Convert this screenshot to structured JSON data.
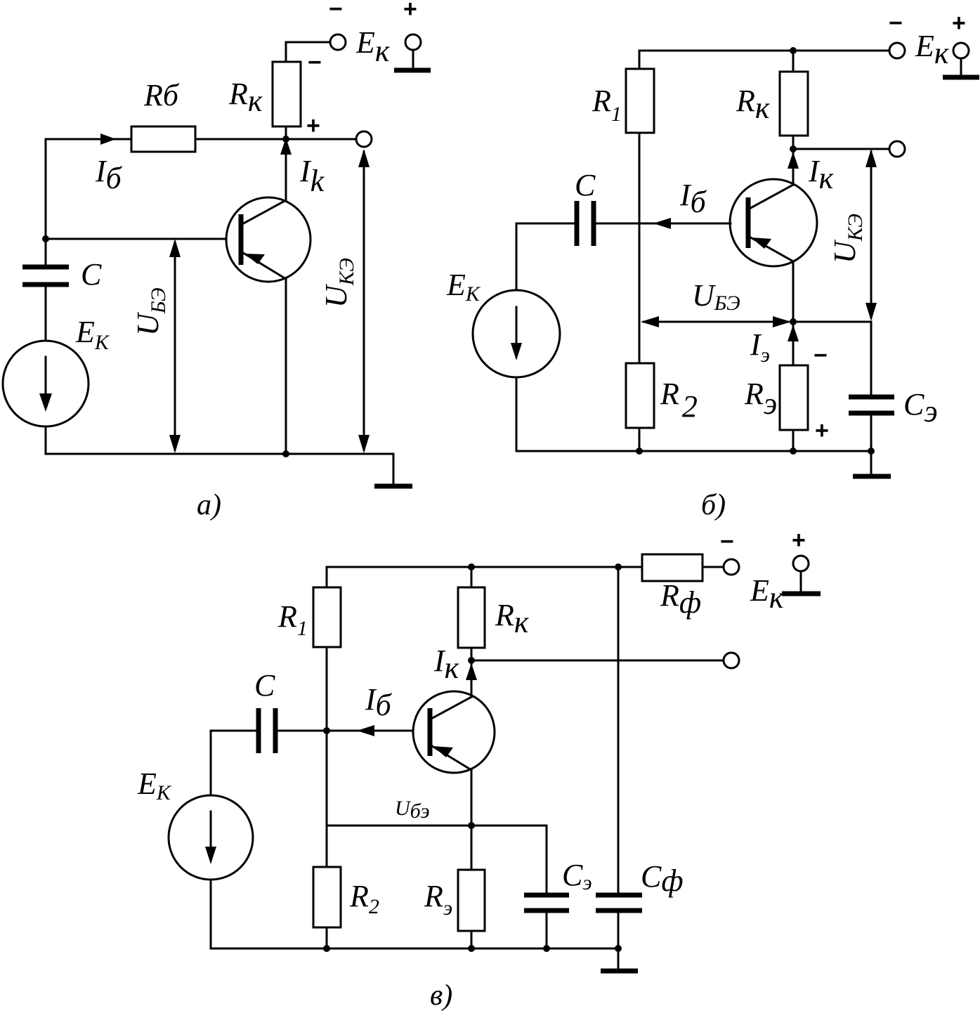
{
  "circuit_a": {
    "caption": "а)",
    "labels": {
      "R_base": [
        "R",
        "б"
      ],
      "R_collector": [
        "R",
        "к"
      ],
      "I_base": [
        "I",
        "б"
      ],
      "I_collector": [
        "I",
        "k"
      ],
      "C": "C",
      "E_source": [
        "E",
        "К"
      ],
      "E_supply": [
        "E",
        "к"
      ],
      "U_be": [
        "U",
        "БЭ"
      ],
      "U_ce": [
        "U",
        "КЭ"
      ]
    },
    "signs": {
      "supply_minus": "−",
      "supply_plus": "+",
      "rk_minus": "−",
      "rk_plus": "+"
    }
  },
  "circuit_b": {
    "caption": "б)",
    "labels": {
      "R1": [
        "R",
        "1"
      ],
      "R2": [
        "R",
        "2"
      ],
      "R_collector": [
        "R",
        "к"
      ],
      "R_emitter": [
        "R",
        "э"
      ],
      "C": "C",
      "C_emitter": [
        "C",
        "э"
      ],
      "I_base": [
        "I",
        "б"
      ],
      "I_collector": [
        "I",
        "к"
      ],
      "I_emitter": [
        "I",
        "э"
      ],
      "E_source": [
        "E",
        "К"
      ],
      "E_supply": [
        "E",
        "к"
      ],
      "U_be": [
        "U",
        "БЭ"
      ],
      "U_ce": [
        "U",
        "КЭ"
      ]
    },
    "signs": {
      "supply_minus": "−",
      "supply_plus": "+",
      "re_minus": "−",
      "re_plus": "+"
    }
  },
  "circuit_c": {
    "caption": "в)",
    "labels": {
      "R1": [
        "R",
        "1"
      ],
      "R2": [
        "R",
        "2"
      ],
      "R_collector": [
        "R",
        "к"
      ],
      "R_emitter": [
        "R",
        "э"
      ],
      "R_filter": [
        "R",
        "ф"
      ],
      "C": "C",
      "C_emitter": [
        "C",
        "э"
      ],
      "C_filter": [
        "C",
        "ф"
      ],
      "I_base": [
        "I",
        "б"
      ],
      "I_collector": [
        "I",
        "к"
      ],
      "E_source": [
        "E",
        "К"
      ],
      "E_supply": [
        "E",
        "к"
      ],
      "U_be": [
        "U",
        "бэ"
      ]
    },
    "signs": {
      "supply_minus": "−",
      "supply_plus": "+"
    }
  }
}
